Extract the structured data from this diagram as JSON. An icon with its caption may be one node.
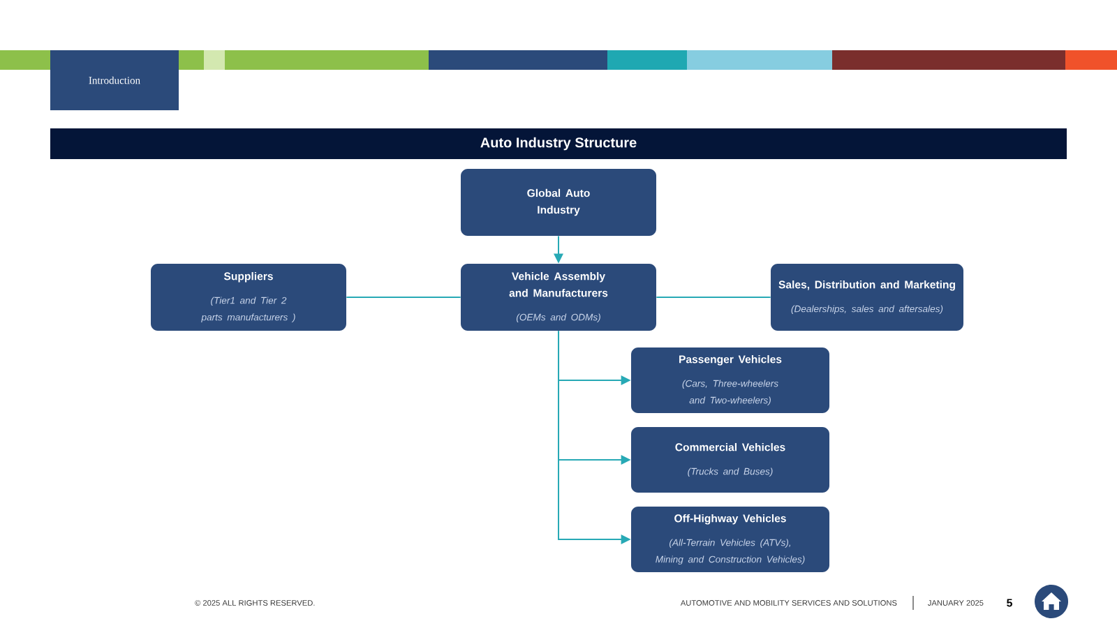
{
  "diagram": {
    "title": "Auto Industry Structure",
    "nodes": [
      {
        "text": [
          "Introduction"
        ]
      },
      {
        "text": [
          "Global Auto Industry"
        ]
      },
      {
        "text": [
          "Suppliers",
          "(Tier1 and Tier 2 parts manufacturers )"
        ]
      },
      {
        "text": [
          "Vehicle Assembly and Manufacturers",
          "(OEMs and ODMs)"
        ]
      },
      {
        "text": [
          "Sales, Distribution and Marketing",
          "(Dealerships, sales and aftersales)"
        ]
      },
      {
        "text": [
          "Passenger Vehicles",
          "(Cars, Three-wheelers and Two-wheelers)"
        ]
      },
      {
        "text": [
          "Commercial Vehicles",
          "(Trucks and Buses)"
        ]
      },
      {
        "text": [
          "Off-Highway Vehicles",
          "(All-Terrain Vehicles (ATVs), Mining and Construction Vehicles)"
        ]
      }
    ],
    "edges": [
      {
        "from": 1,
        "to": 3,
        "arrow": "to"
      },
      {
        "from": 2,
        "to": 3,
        "arrow": "none"
      },
      {
        "from": 3,
        "to": 4,
        "arrow": "none"
      },
      {
        "from": 3,
        "to": 5,
        "arrow": "to"
      },
      {
        "from": 3,
        "to": 6,
        "arrow": "to"
      },
      {
        "from": 3,
        "to": 7,
        "arrow": "to"
      }
    ],
    "labels": [
      "© 2025 ALL RIGHTS RESERVED.",
      "AUTOMOTIVE AND MOBILITY SERVICES AND SOLUTIONS",
      "JANUARY 2025",
      "5"
    ]
  }
}
